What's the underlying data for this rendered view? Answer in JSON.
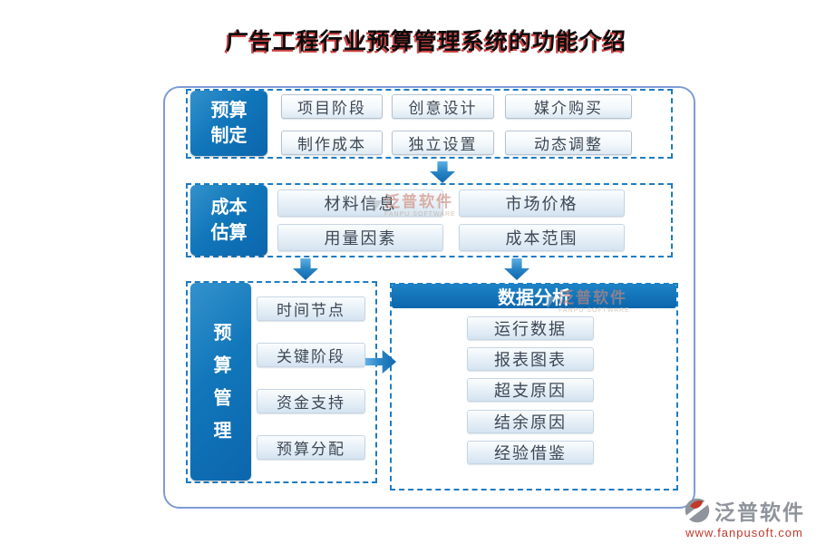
{
  "title": "广告工程行业预算管理系统的功能介绍",
  "sections": {
    "s1": {
      "line1": "预算",
      "line2": "制定",
      "buttons": [
        "项目阶段",
        "创意设计",
        "媒介购买",
        "制作成本",
        "独立设置",
        "动态调整"
      ]
    },
    "s2": {
      "line1": "成本",
      "line2": "估算",
      "buttons": [
        "材料信息",
        "市场价格",
        "用量因素",
        "成本范围"
      ]
    },
    "s3": {
      "label": "预算管理",
      "buttons": [
        "时间节点",
        "关键阶段",
        "资金支持",
        "预算分配"
      ]
    },
    "analysis": {
      "title": "数据分析",
      "items": [
        "运行数据",
        "报表图表",
        "超支原因",
        "结余原因",
        "经验借鉴"
      ]
    }
  },
  "watermark": {
    "text": "泛普软件",
    "subtext": "FANPU SOFTWARE"
  },
  "footer": {
    "brand": "泛普软件",
    "url": "www.fanpusoft.com"
  },
  "colors": {
    "label_blue": "#0c66ad",
    "dashed_border": "#1e7cc2",
    "outer_border": "#7f9bd6",
    "title_shadow_red": "#c62222",
    "button_text": "#3d4856",
    "url_red": "#c0392b"
  }
}
